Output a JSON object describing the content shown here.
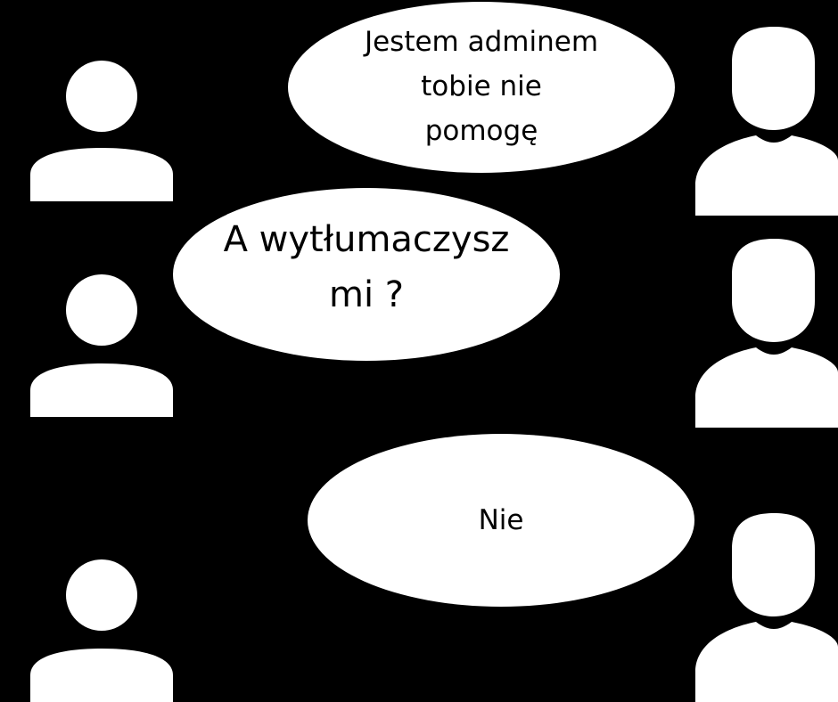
{
  "colors": {
    "background": "#000000",
    "foreground": "#ffffff",
    "text": "#000000"
  },
  "icons": {
    "user_small": "user-silhouette-icon",
    "user_large": "user-silhouette-icon"
  },
  "messages": [
    {
      "text": "Jestem adminem\ntobie nie\npomogę"
    },
    {
      "text": "A wytłumaczysz\nmi ?"
    },
    {
      "text": "Nie"
    }
  ]
}
